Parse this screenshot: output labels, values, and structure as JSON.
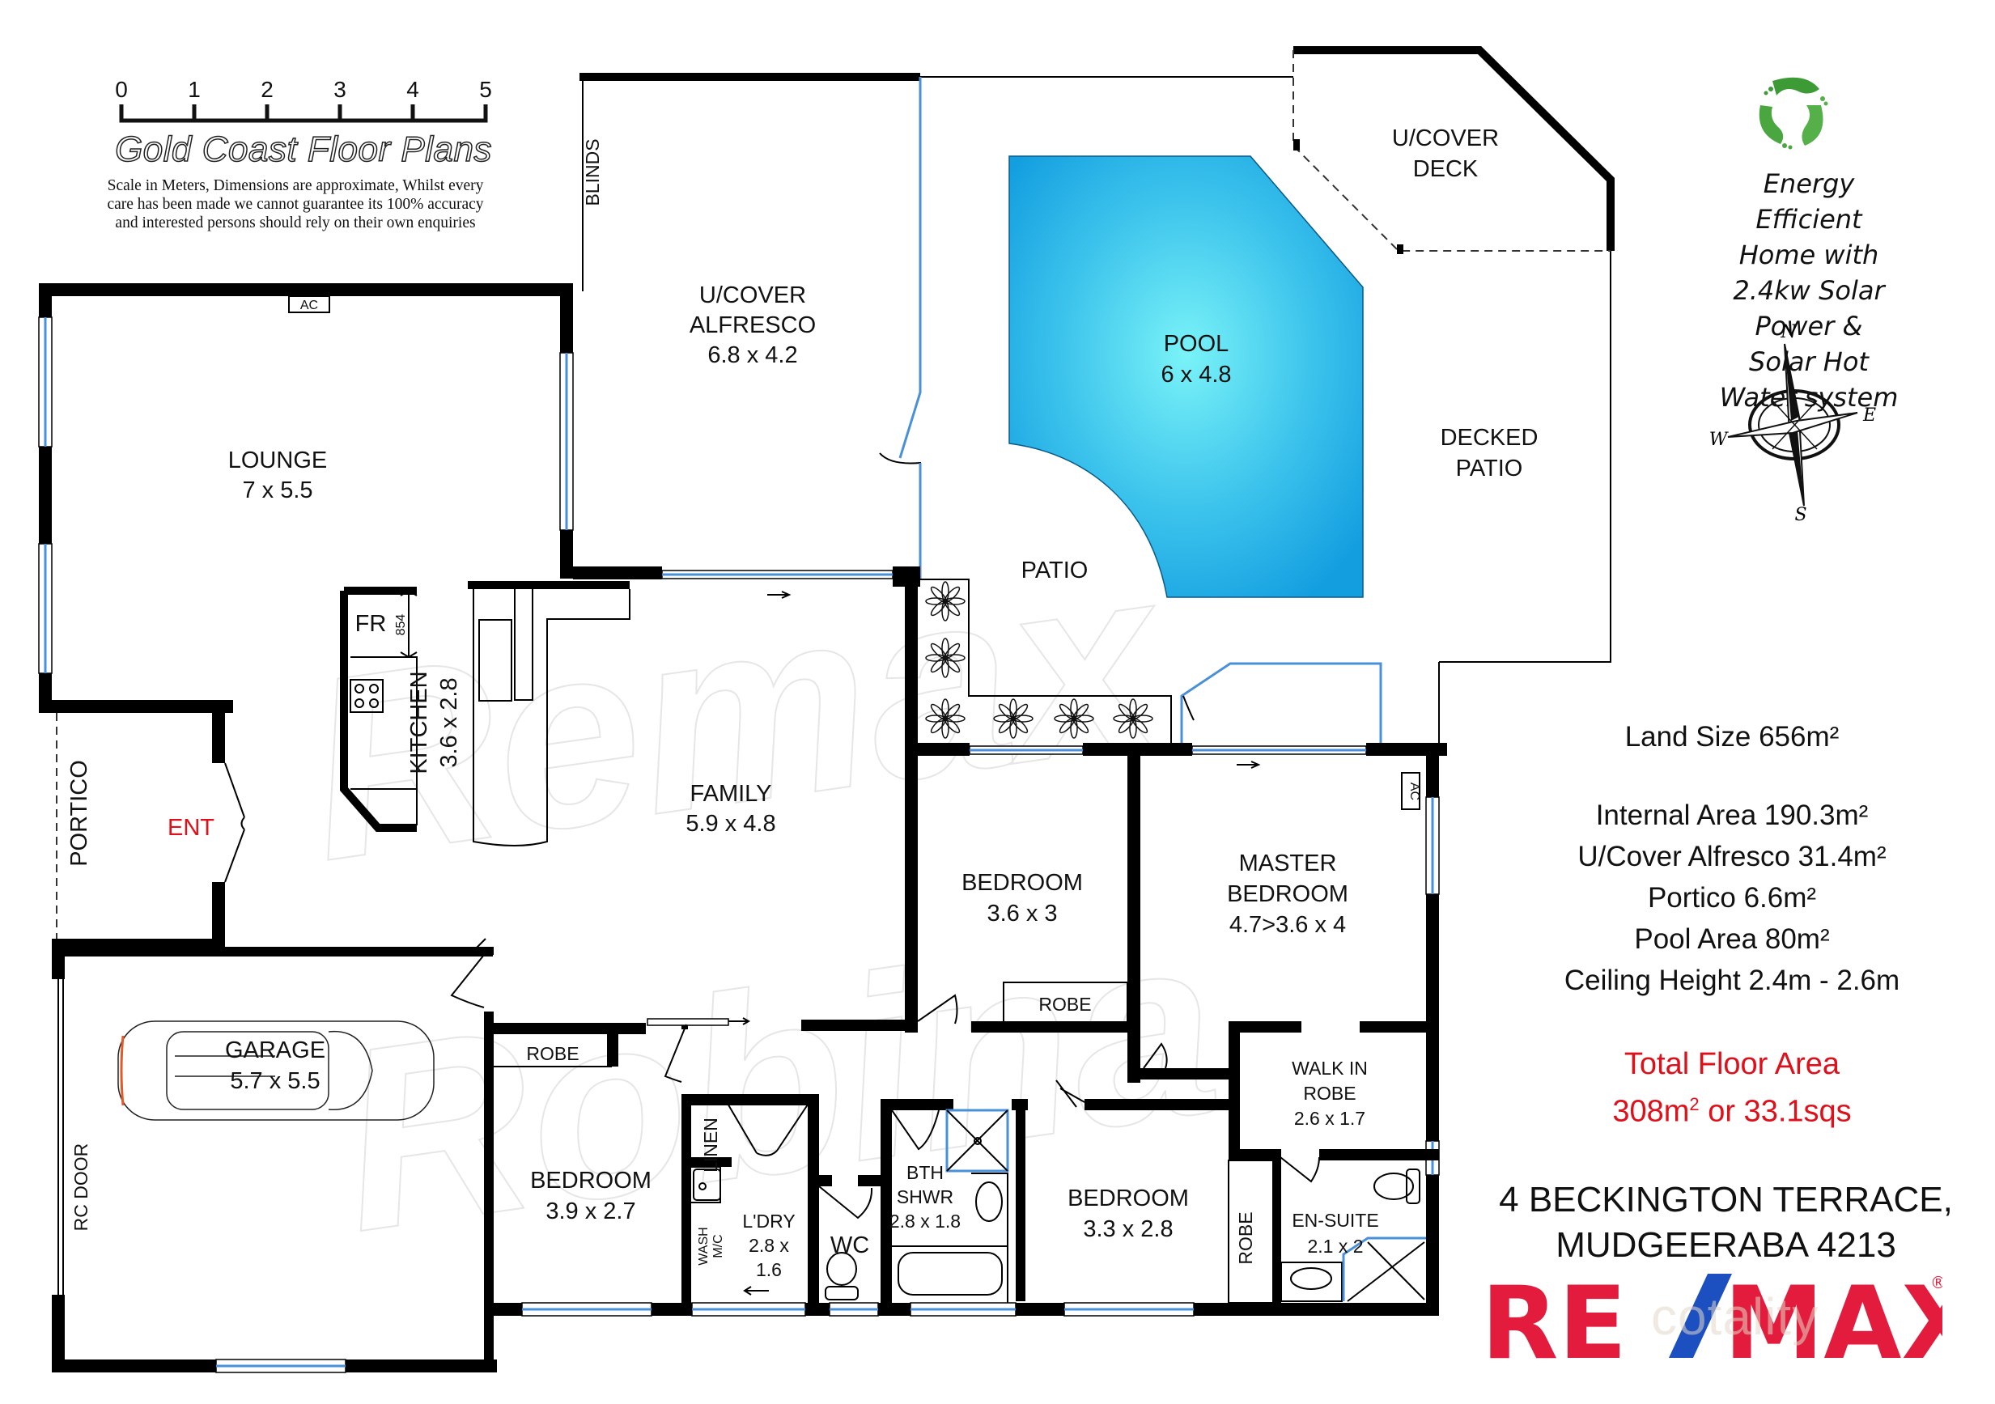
{
  "scale_bar": {
    "ticks": [
      "0",
      "1",
      "2",
      "3",
      "4",
      "5"
    ],
    "brand": "Gold Coast Floor Plans",
    "disclaimer": [
      "Scale in Meters, Dimensions are approximate, Whilst every",
      "care has been made we cannot guarantee its 100% accuracy",
      "and interested persons should rely on their own enquiries"
    ]
  },
  "rooms": {
    "lounge": {
      "name": "LOUNGE",
      "dims": "7 x 5.5"
    },
    "alfresco": {
      "name_line1": "U/COVER",
      "name_line2": "ALFRESCO",
      "dims": "6.8 x 4.2"
    },
    "pool": {
      "name": "POOL",
      "dims": "6 x 4.8"
    },
    "deck": {
      "name_line1": "U/COVER",
      "name_line2": "DECK"
    },
    "decked_patio": {
      "name_line1": "DECKED",
      "name_line2": "PATIO"
    },
    "patio": {
      "name": "PATIO"
    },
    "kitchen": {
      "name": "KITCHEN",
      "dims": "3.6 x 2.8",
      "fridge": "FR",
      "fridge_width": "854"
    },
    "family": {
      "name": "FAMILY",
      "dims": "5.9 x 4.8"
    },
    "portico": {
      "name": "PORTICO",
      "entry": "ENT"
    },
    "garage": {
      "name": "GARAGE",
      "dims": "5.7 x 5.5",
      "door": "RC DOOR"
    },
    "bedroom_2": {
      "name": "BEDROOM",
      "dims": "3.6 x 3",
      "robe": "ROBE"
    },
    "master": {
      "name_line1": "MASTER",
      "name_line2": "BEDROOM",
      "dims": "4.7>3.6 x 4",
      "ac": "AC"
    },
    "walk_in_robe": {
      "name_line1": "WALK IN",
      "name_line2": "ROBE",
      "dims": "2.6 x 1.7"
    },
    "ensuite": {
      "name": "EN-SUITE",
      "dims": "2.1 x 2"
    },
    "bedroom_3": {
      "name": "BEDROOM",
      "dims": "3.3 x 2.8",
      "robe": "ROBE"
    },
    "bedroom_4": {
      "name": "BEDROOM",
      "dims": "3.9 x 2.7",
      "robe": "ROBE"
    },
    "bathroom": {
      "name_line1": "BTH",
      "name_line2": "SHWR",
      "dims": "2.8 x 1.8"
    },
    "wc": {
      "name": "WC"
    },
    "laundry": {
      "name": "L'DRY",
      "dims_line1": "2.8 x",
      "dims_line2": "1.6",
      "linen": "LINEN",
      "wash_line1": "WASH",
      "wash_line2": "M/C"
    },
    "lounge_ac": "AC",
    "blinds": "BLINDS"
  },
  "energy": {
    "lines": [
      "Energy",
      "Efficient",
      "Home with",
      "2.4kw Solar",
      "Power &",
      "Solar Hot",
      "Water system"
    ],
    "icon": "recycle-footprints-icon"
  },
  "compass": {
    "n": "N",
    "e": "E",
    "s": "S",
    "w": "W"
  },
  "stats": {
    "land_size": "Land Size 656m²",
    "internal_area": "Internal Area 190.3m²",
    "alfresco_area": "U/Cover Alfresco 31.4m²",
    "portico_area": "Portico 6.6m²",
    "pool_area": "Pool Area 80m²",
    "ceiling_height": "Ceiling Height 2.4m - 2.6m"
  },
  "total_floor_area": {
    "title": "Total Floor Area",
    "value": "308m",
    "sup": "2",
    "suffix": " or 33.1sqs"
  },
  "address": {
    "line1": "4 BECKINGTON TERRACE,",
    "line2": "MUDGEERABA 4213"
  },
  "branding": {
    "agency_part1": "RE",
    "agency_part2": "MAX",
    "registered": "®",
    "watermark": "cotality",
    "plan_watermark_1": "Remax",
    "plan_watermark_2": "Robina",
    "colors": {
      "remax_red": "#e31c3d",
      "remax_blue": "#1c4fbf",
      "accent_red": "#e0101a",
      "window_blue": "#4a90d9",
      "pool_blue": "#1fb0e6"
    }
  }
}
